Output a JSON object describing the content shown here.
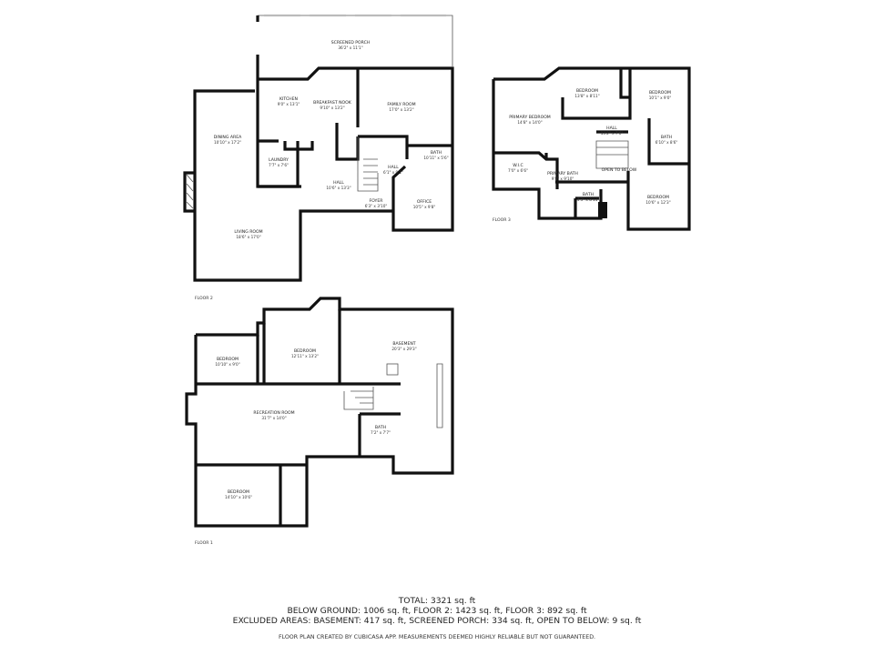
{
  "floor2": {
    "label": "FLOOR 2",
    "rooms": [
      {
        "name": "SCREENED PORCH",
        "dims": "36'2\" x 11'1\""
      },
      {
        "name": "KITCHEN",
        "dims": "9'0\" x 13'1\""
      },
      {
        "name": "BREAKFAST NOOK",
        "dims": "9'10\" x 13'2\""
      },
      {
        "name": "FAMILY ROOM",
        "dims": "17'0\" x 13'2\""
      },
      {
        "name": "DINING AREA",
        "dims": "10'10\" x 17'2\""
      },
      {
        "name": "LAUNDRY",
        "dims": "7'7\" x 7'6\""
      },
      {
        "name": "BATH",
        "dims": "10'11\" x 5'6\""
      },
      {
        "name": "HALL",
        "dims": "6'1\" x 9'1\""
      },
      {
        "name": "HALL",
        "dims": "10'6\" x 13'3\""
      },
      {
        "name": "FOYER",
        "dims": "6'3\" x 3'10\""
      },
      {
        "name": "OFFICE",
        "dims": "10'5\" x 9'8\""
      },
      {
        "name": "LIVING ROOM",
        "dims": "18'6\" x 17'0\""
      }
    ]
  },
  "floor3": {
    "label": "FLOOR 3",
    "rooms": [
      {
        "name": "BEDROOM",
        "dims": "13'8\" x 8'11\""
      },
      {
        "name": "BEDROOM",
        "dims": "10'1\" x 9'0\""
      },
      {
        "name": "PRIMARY BEDROOM",
        "dims": "14'8\" x 14'0\""
      },
      {
        "name": "HALL",
        "dims": "13'2\" x 7'6\""
      },
      {
        "name": "BATH",
        "dims": "6'10\" x 8'6\""
      },
      {
        "name": "W.I.C",
        "dims": "7'0\" x 6'6\""
      },
      {
        "name": "PRIMARY BATH",
        "dims": "9'8\" x 9'10\""
      },
      {
        "name": "OPEN TO BELOW",
        "dims": ""
      },
      {
        "name": "BATH",
        "dims": "4'3\" x 8'11\""
      },
      {
        "name": "BEDROOM",
        "dims": "10'6\" x 12'3\""
      }
    ]
  },
  "floor1": {
    "label": "FLOOR 1",
    "rooms": [
      {
        "name": "BEDROOM",
        "dims": "10'10\" x 9'0\""
      },
      {
        "name": "BEDROOM",
        "dims": "12'11\" x 13'2\""
      },
      {
        "name": "BASEMENT",
        "dims": "20'3\" x 29'3\""
      },
      {
        "name": "RECREATION ROOM",
        "dims": "31'7\" x 14'0\""
      },
      {
        "name": "BATH",
        "dims": "7'2\" x 7'7\""
      },
      {
        "name": "BEDROOM",
        "dims": "14'10\" x 10'6\""
      }
    ]
  },
  "summary": {
    "total": "TOTAL: 3321 sq. ft",
    "breakdown": "BELOW GROUND: 1006 sq. ft, FLOOR 2: 1423 sq. ft, FLOOR 3: 892 sq. ft",
    "excluded": "EXCLUDED AREAS: BASEMENT: 417 sq. ft, SCREENED PORCH: 334 sq. ft, OPEN TO BELOW: 9 sq. ft",
    "disclaimer": "FLOOR PLAN CREATED BY CUBICASA APP. MEASUREMENTS DEEMED HIGHLY RELIABLE BUT NOT GUARANTEED."
  }
}
